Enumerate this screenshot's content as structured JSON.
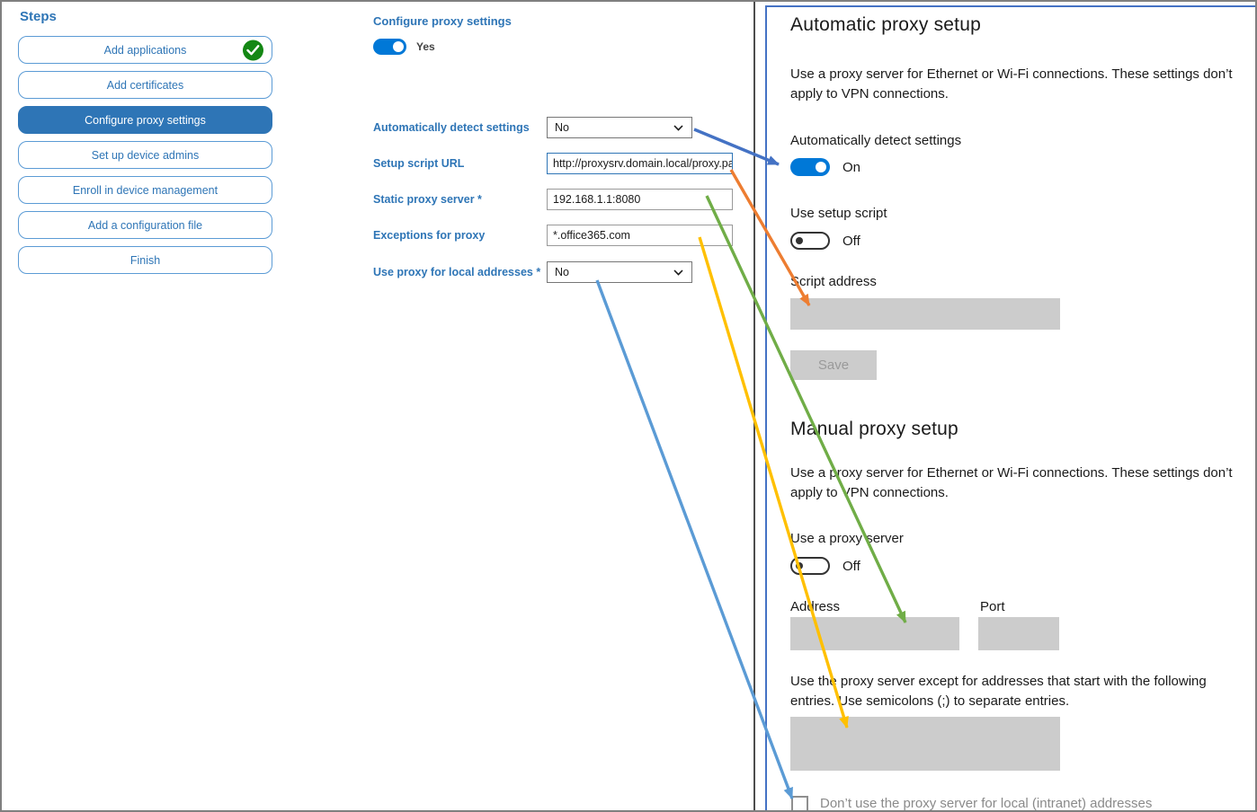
{
  "sidebar": {
    "title": "Steps",
    "items": [
      {
        "label": "Add applications",
        "selected": false,
        "completed": true
      },
      {
        "label": "Add certificates",
        "selected": false,
        "completed": false
      },
      {
        "label": "Configure proxy settings",
        "selected": true,
        "completed": false
      },
      {
        "label": "Set up device admins",
        "selected": false,
        "completed": false
      },
      {
        "label": "Enroll in device management",
        "selected": false,
        "completed": false
      },
      {
        "label": "Add a configuration file",
        "selected": false,
        "completed": false
      },
      {
        "label": "Finish",
        "selected": false,
        "completed": false
      }
    ]
  },
  "editor": {
    "title": "Configure proxy settings",
    "enabled_toggle": {
      "state_label": "Yes",
      "on": true
    },
    "fields": [
      {
        "label": "Automatically detect settings",
        "type": "select",
        "value": "No",
        "focused": false
      },
      {
        "label": "Setup script URL",
        "type": "text",
        "value": "http://proxysrv.domain.local/proxy.pa",
        "focused": true
      },
      {
        "label": "Static proxy server *",
        "type": "text",
        "value": "192.168.1.1:8080",
        "focused": false
      },
      {
        "label": "Exceptions for proxy",
        "type": "text",
        "value": "*.office365.com",
        "focused": false
      },
      {
        "label": "Use proxy for local addresses *",
        "type": "select",
        "value": "No",
        "focused": false
      }
    ]
  },
  "settings_panel": {
    "automatic": {
      "heading": "Automatic proxy setup",
      "description": "Use a proxy server for Ethernet or Wi-Fi connections. These settings don’t apply to VPN connections.",
      "detect_label": "Automatically detect settings",
      "detect_state": "On",
      "script_toggle_label": "Use setup script",
      "script_toggle_state": "Off",
      "script_address_label": "Script address",
      "save_label": "Save"
    },
    "manual": {
      "heading": "Manual proxy setup",
      "description": "Use a proxy server for Ethernet or Wi-Fi connections. These settings don’t apply to VPN connections.",
      "proxy_toggle_label": "Use a proxy server",
      "proxy_toggle_state": "Off",
      "address_label": "Address",
      "port_label": "Port",
      "exceptions_description": "Use the proxy server except for addresses that start with the following entries. Use semicolons (;) to separate entries.",
      "local_checkbox_label": "Don’t use the proxy server for local (intranet) addresses",
      "local_checkbox_checked": false
    }
  },
  "arrows": [
    {
      "name": "detect-settings-arrow",
      "color": "#4472C4"
    },
    {
      "name": "setup-script-arrow",
      "color": "#ED7D31"
    },
    {
      "name": "static-proxy-arrow",
      "color": "#70AD47"
    },
    {
      "name": "exceptions-arrow",
      "color": "#FFC000"
    },
    {
      "name": "local-addresses-arrow",
      "color": "#5B9BD5"
    }
  ],
  "colors": {
    "accent_blue": "#2E75B6",
    "step_border_blue": "#5B9BD5",
    "toggle_on_blue": "#0078D7",
    "panel_border_blue": "#4472C4",
    "completed_green": "#148714",
    "disabled_gray": "#CCCCCC"
  }
}
